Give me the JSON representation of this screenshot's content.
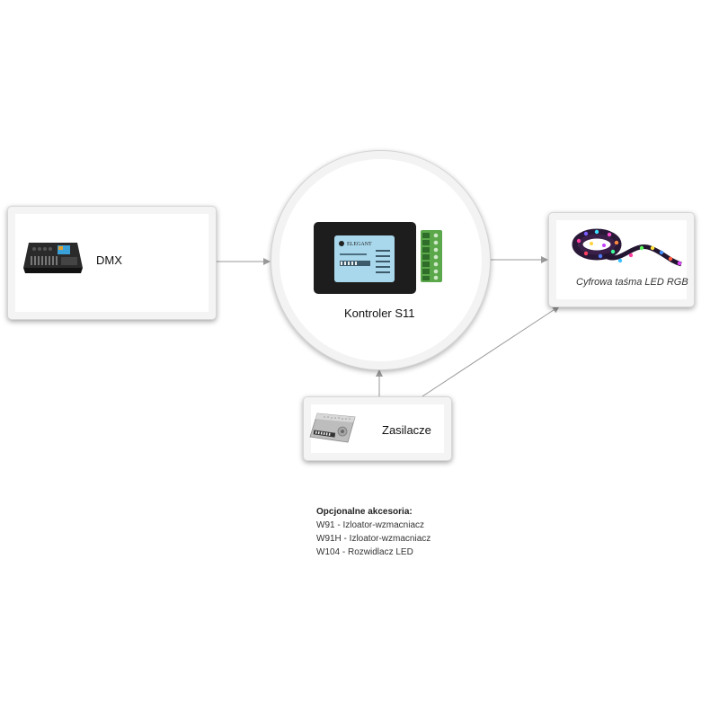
{
  "nodes": {
    "dmx": {
      "label": "DMX",
      "icon": "dmx-console-icon"
    },
    "controller": {
      "label": "Kontroler S11",
      "icon": "controller-device-icon",
      "brand": "ELEGANT"
    },
    "led_strip": {
      "label": "Cyfrowa taśma LED RGB",
      "icon": "led-strip-icon"
    },
    "power_supply": {
      "label": "Zasilacze",
      "icon": "power-supply-icon"
    }
  },
  "accessories": {
    "title": "Opcjonalne akcesoria:",
    "items": [
      "W91 - Izloator-wzmacniacz",
      "W91H - Izloator-wzmacniacz",
      "W104 - Rozwidlacz LED"
    ]
  },
  "colors": {
    "connector": "#9a9a9a",
    "controller_body": "#1d1d1d",
    "controller_screen": "#a9d8ec",
    "terminal_green": "#5aa84a"
  }
}
